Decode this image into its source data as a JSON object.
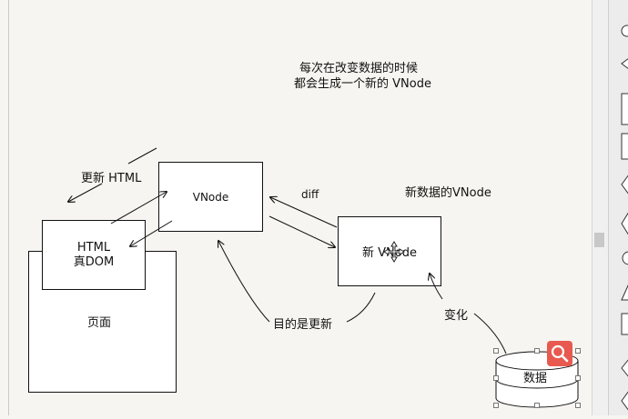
{
  "diagram": {
    "note_line1": "每次在改变数据的时候",
    "note_line2": "都会生成一个新的 VNode",
    "update_html": "更新 HTML",
    "vnode": "VNode",
    "diff": "diff",
    "new_data_vnode": "新数据的VNode",
    "new_vnode": "新 VNode",
    "html_line1": "HTML",
    "html_line2": "真DOM",
    "page": "页面",
    "purpose": "目的是更新",
    "change": "变化",
    "data": "数据"
  },
  "icons": {
    "zoom": "search-icon",
    "move_cursor": "move-cursor-icon"
  },
  "colors": {
    "canvas": "#f6f5f1",
    "zoom_button": "#e85a4f"
  }
}
